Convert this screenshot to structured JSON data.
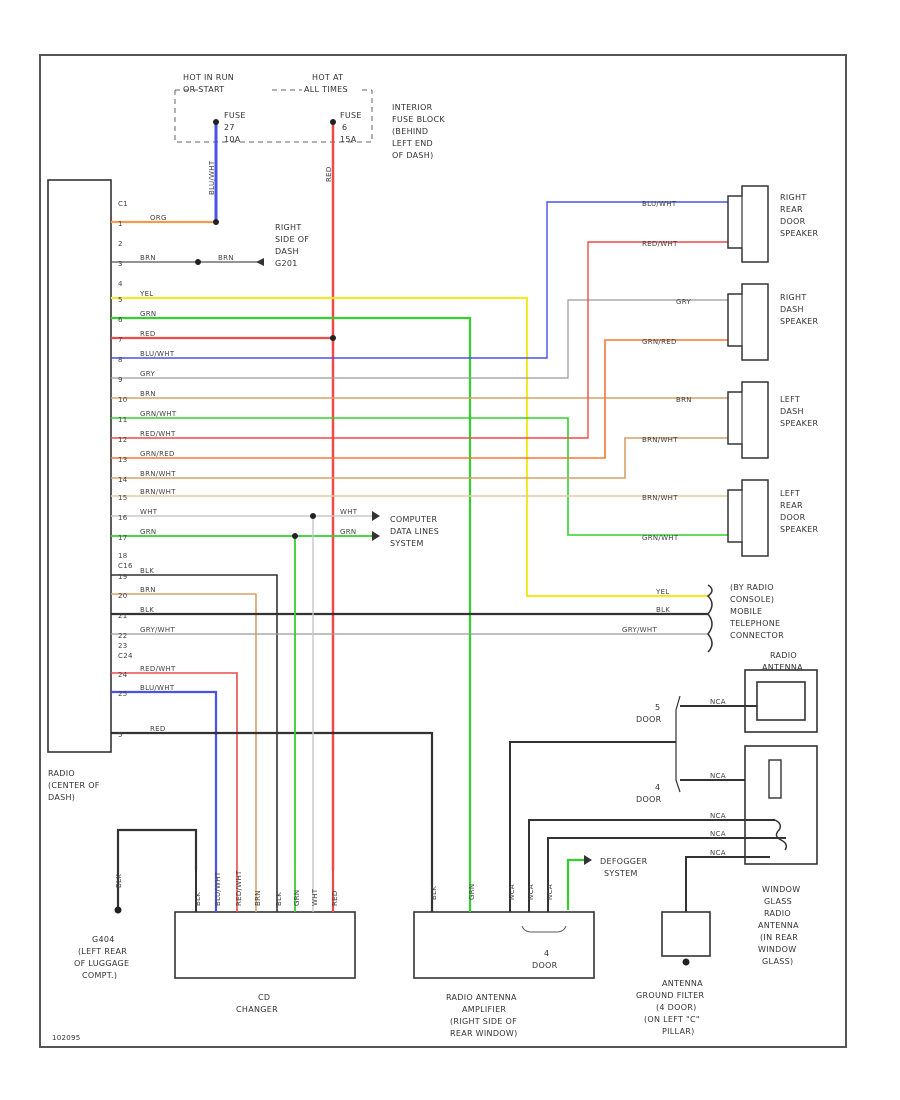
{
  "diagram_id": "102095",
  "colors": {
    "blue": "#4a52e8",
    "red": "#ef4a4a",
    "yellow": "#f2e62e",
    "green": "#35d02f",
    "orange": "#f29a4e",
    "brown": "#d9a06a",
    "gray": "#9a9a9a",
    "black": "#333333",
    "white_wire": "#c8c8c8"
  },
  "power": {
    "hot_run_start": [
      "HOT IN RUN",
      "OR START"
    ],
    "hot_at_all_times": [
      "HOT AT",
      "ALL TIMES"
    ],
    "fuse1": [
      "FUSE",
      "27",
      "10A"
    ],
    "fuse2": [
      "FUSE",
      "6",
      "15A"
    ],
    "fuse_block": [
      "INTERIOR",
      "FUSE BLOCK",
      "(BEHIND",
      "LEFT END",
      "OF DASH)"
    ],
    "wire_blu": "BLU/WHT",
    "wire_red": "RED"
  },
  "radio": {
    "label": [
      "RADIO",
      "(CENTER OF",
      "DASH)"
    ],
    "pins": [
      "C1",
      "1",
      "2",
      "3",
      "4",
      "5",
      "6",
      "7",
      "8",
      "9",
      "10",
      "11",
      "12",
      "13",
      "14",
      "15",
      "16",
      "17",
      "18",
      "C16",
      "19",
      "20",
      "21",
      "22",
      "23",
      "C24",
      "24",
      "25",
      "5"
    ],
    "wires": [
      "ORG",
      "BRN",
      "YEL",
      "GRN",
      "RED",
      "BLU/WHT",
      "GRY",
      "BRN",
      "GRN/WHT",
      "RED/WHT",
      "GRN/RED",
      "BRN/WHT",
      "BRN/WHT",
      "WHT",
      "GRN",
      "BLK",
      "BRN",
      "BLK",
      "GRY/WHT",
      "RED/WHT",
      "BLU/WHT",
      "RED"
    ]
  },
  "ground_right": {
    "label": [
      "RIGHT",
      "SIDE OF",
      "DASH",
      "G201"
    ],
    "wire": "BRN"
  },
  "speakers": [
    {
      "label": [
        "RIGHT",
        "REAR",
        "DOOR",
        "SPEAKER"
      ],
      "wires": [
        "BLU/WHT",
        "RED/WHT"
      ]
    },
    {
      "label": [
        "RIGHT",
        "DASH",
        "SPEAKER"
      ],
      "wires": [
        "GRY",
        "GRN/RED"
      ]
    },
    {
      "label": [
        "LEFT",
        "DASH",
        "SPEAKER"
      ],
      "wires": [
        "BRN",
        "BRN/WHT"
      ]
    },
    {
      "label": [
        "LEFT",
        "REAR",
        "DOOR",
        "SPEAKER"
      ],
      "wires": [
        "BRN/WHT",
        "GRN/WHT"
      ]
    }
  ],
  "computer": {
    "label": [
      "COMPUTER",
      "DATA LINES",
      "SYSTEM"
    ],
    "wires": [
      "WHT",
      "GRN"
    ]
  },
  "telephone": {
    "label": [
      "(BY RADIO",
      "CONSOLE)",
      "MOBILE",
      "TELEPHONE",
      "CONNECTOR"
    ],
    "wires": [
      "YEL",
      "BLK",
      "GRY/WHT"
    ]
  },
  "antenna_radio": {
    "label": [
      "RADIO",
      "ANTENNA"
    ],
    "door_labels": [
      "5",
      "DOOR",
      "4",
      "DOOR"
    ],
    "wire": "NCA"
  },
  "window_glass": {
    "label": [
      "WINDOW",
      "GLASS",
      "RADIO",
      "ANTENNA",
      "(IN REAR",
      "WINDOW",
      "GLASS)"
    ],
    "wires": [
      "NCA",
      "NCA",
      "NCA"
    ]
  },
  "defogger": {
    "label": [
      "DEFOGGER",
      "SYSTEM"
    ]
  },
  "cd_changer": {
    "label": [
      "CD",
      "CHANGER"
    ],
    "wires": [
      "BLK",
      "BLU/WHT",
      "RED/WHT",
      "BRN",
      "BLK",
      "GRN",
      "WHT",
      "RED"
    ]
  },
  "amplifier": {
    "label": [
      "RADIO ANTENNA",
      "AMPLIFIER",
      "(RIGHT SIDE OF",
      "REAR WINDOW)"
    ],
    "door_label": [
      "4",
      "DOOR"
    ],
    "wires": [
      "BLK",
      "GRN",
      "NCA"
    ]
  },
  "ground_left": {
    "label": [
      "G404",
      "(LEFT REAR",
      "OF LUGGAGE",
      "COMPT.)"
    ],
    "wire": "BLK"
  },
  "filter": {
    "label": [
      "ANTENNA",
      "GROUND FILTER",
      "(4 DOOR)",
      "(ON LEFT \"C\"",
      "PILLAR)"
    ]
  }
}
